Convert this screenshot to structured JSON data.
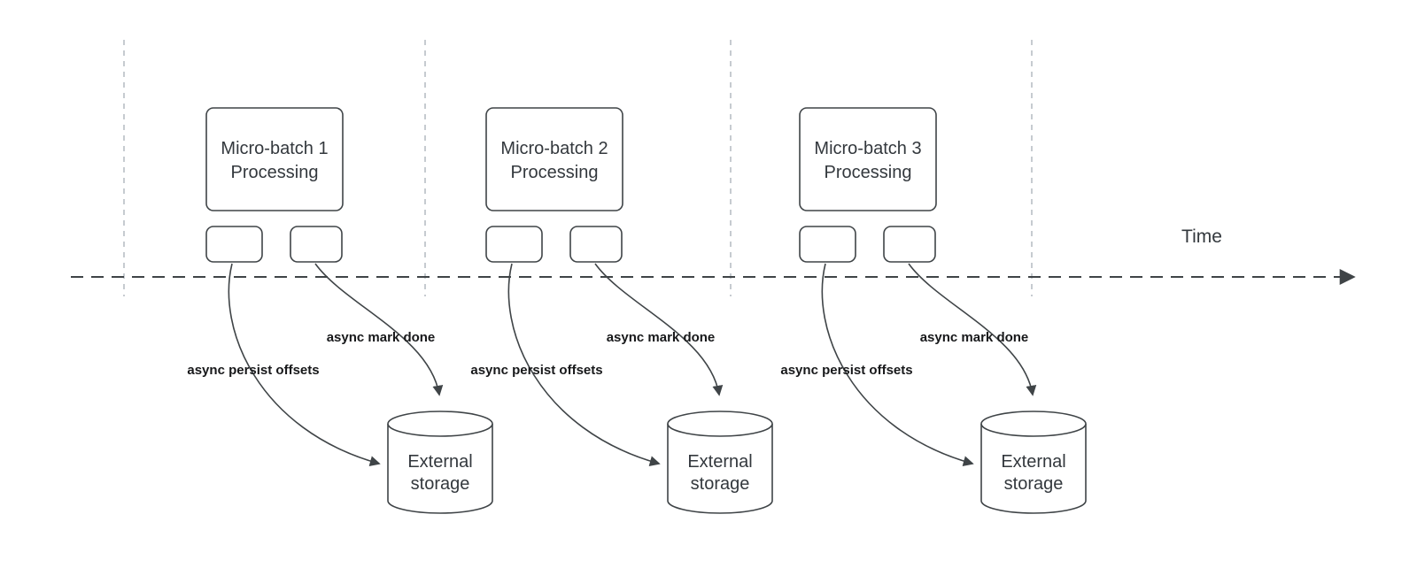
{
  "diagram": {
    "time_label": "Time",
    "groups": [
      {
        "box_line1": "Micro-batch 1",
        "box_line2": "Processing",
        "persist_label": "async persist offsets",
        "done_label": "async mark done",
        "storage_line1": "External",
        "storage_line2": "storage"
      },
      {
        "box_line1": "Micro-batch 2",
        "box_line2": "Processing",
        "persist_label": "async persist offsets",
        "done_label": "async mark done",
        "storage_line1": "External",
        "storage_line2": "storage"
      },
      {
        "box_line1": "Micro-batch 3",
        "box_line2": "Processing",
        "persist_label": "async persist offsets",
        "done_label": "async mark done",
        "storage_line1": "External",
        "storage_line2": "storage"
      }
    ]
  }
}
